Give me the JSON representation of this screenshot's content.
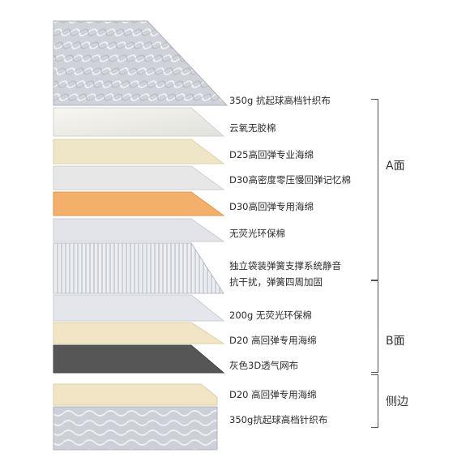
{
  "layers": [
    {
      "label": "350g 抗起球高档针织布"
    },
    {
      "label": "云氧无胶棉"
    },
    {
      "label": "D25高回弹专业海绵"
    },
    {
      "label": "D30高密度零压慢回弹记忆棉"
    },
    {
      "label": "D30高回弹专用海绵"
    },
    {
      "label": "无荧光环保棉"
    },
    {
      "label": "独立袋装弹簧支撑系统静音"
    },
    {
      "label": "抗干扰，弹簧四周加固"
    },
    {
      "label": "200g 无荧光环保棉"
    },
    {
      "label": "D20 高回弹专用海绵"
    },
    {
      "label": "灰色3D透气网布"
    },
    {
      "label": "D20 高回弹专用海绵"
    },
    {
      "label": "350g抗起球高档针织布"
    }
  ],
  "sections": {
    "a": "A面",
    "b": "B面",
    "side": "侧边"
  },
  "colors": {
    "quilt": "#c9ccd3",
    "cloud": "#ececea",
    "foam_cream": "#efe6c8",
    "memory": "#e7e7e7",
    "orange": "#f2b06a",
    "cotton": "#e2e4ea",
    "spring": "#e9ebef",
    "foam_beige": "#f1e5c5",
    "mesh": "#565656"
  }
}
